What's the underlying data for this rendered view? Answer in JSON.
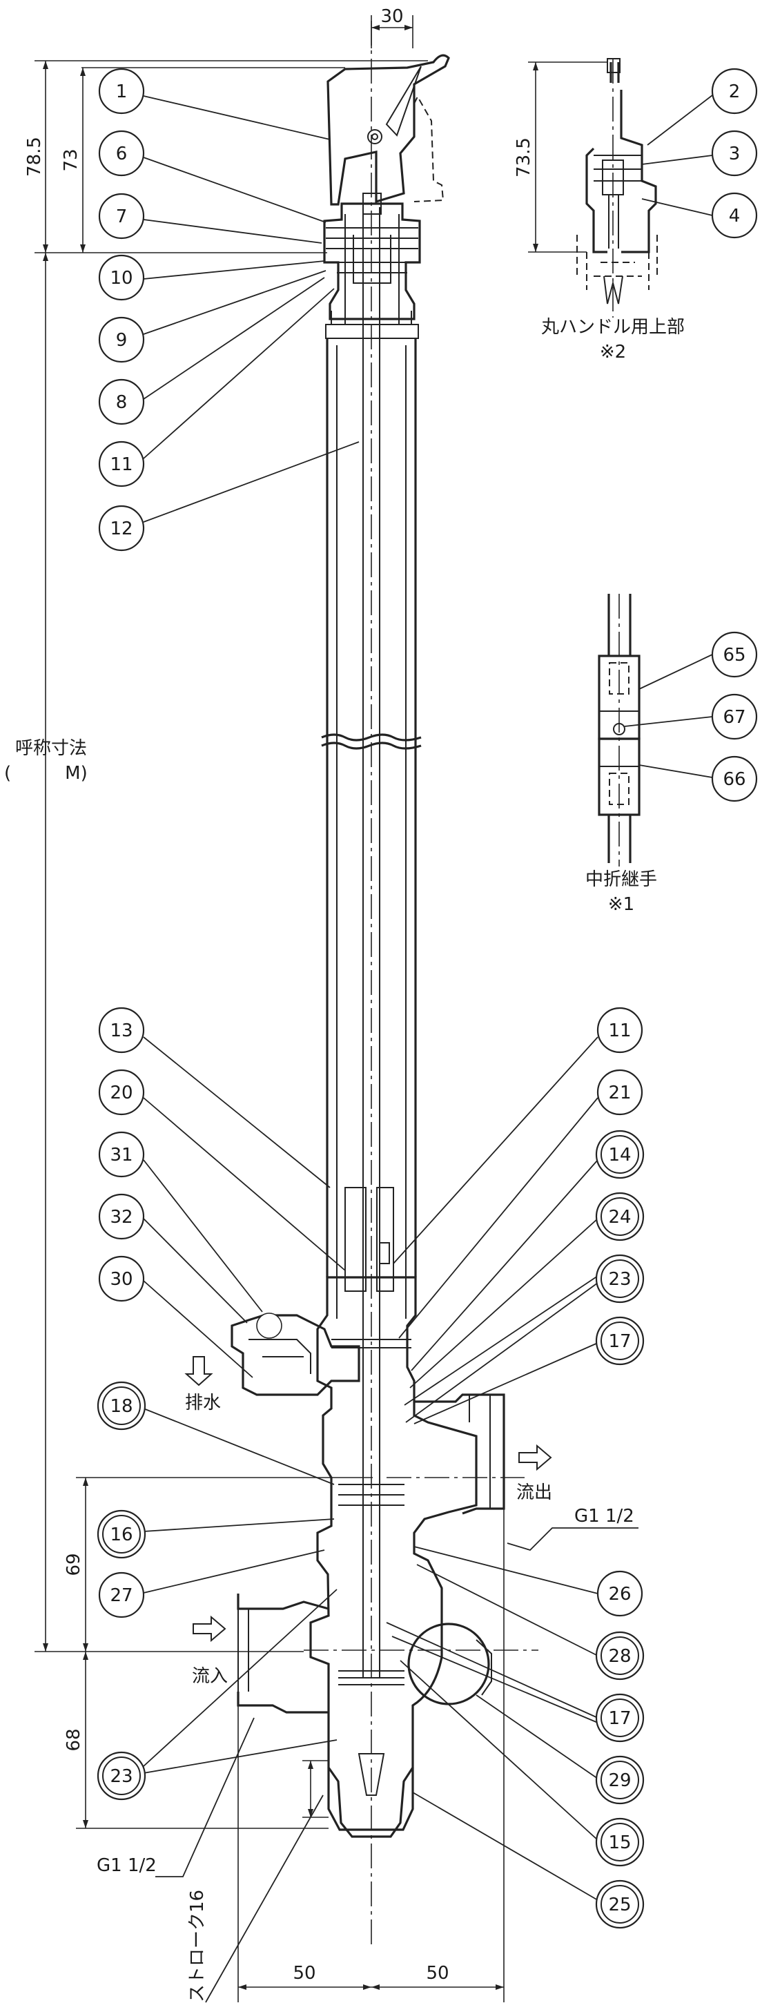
{
  "balloons": {
    "b1": "1",
    "b2": "2",
    "b3": "3",
    "b4": "4",
    "b6": "6",
    "b7": "7",
    "b8": "8",
    "b9": "9",
    "b10": "10",
    "b11a": "11",
    "b11b": "11",
    "b12": "12",
    "b13": "13",
    "b14": "14",
    "b15": "15",
    "b16": "16",
    "b17a": "17",
    "b17b": "17",
    "b18": "18",
    "b20": "20",
    "b21": "21",
    "b23a": "23",
    "b23b": "23",
    "b24": "24",
    "b25": "25",
    "b26": "26",
    "b27": "27",
    "b28": "28",
    "b29": "29",
    "b30": "30",
    "b31": "31",
    "b32": "32",
    "b65": "65",
    "b66": "66",
    "b67": "67"
  },
  "dims": {
    "top_width": "30",
    "h_78_5": "78.5",
    "h_73": "73",
    "h_73_5": "73.5",
    "nominal_line1": "呼称寸法",
    "nominal_line2": "(　　　M)",
    "h_69": "69",
    "h_68": "68",
    "w_left": "50",
    "w_right": "50",
    "stroke": "ストローク16"
  },
  "captions": {
    "round_handle": "丸ハンドル用上部",
    "round_handle_note": "※2",
    "mid_joint": "中折継手",
    "mid_joint_note": "※1"
  },
  "labels": {
    "drain": "排水",
    "outflow": "流出",
    "inflow": "流入",
    "g_outlet": "G1 1/2",
    "g_inlet": "G1 1/2"
  }
}
